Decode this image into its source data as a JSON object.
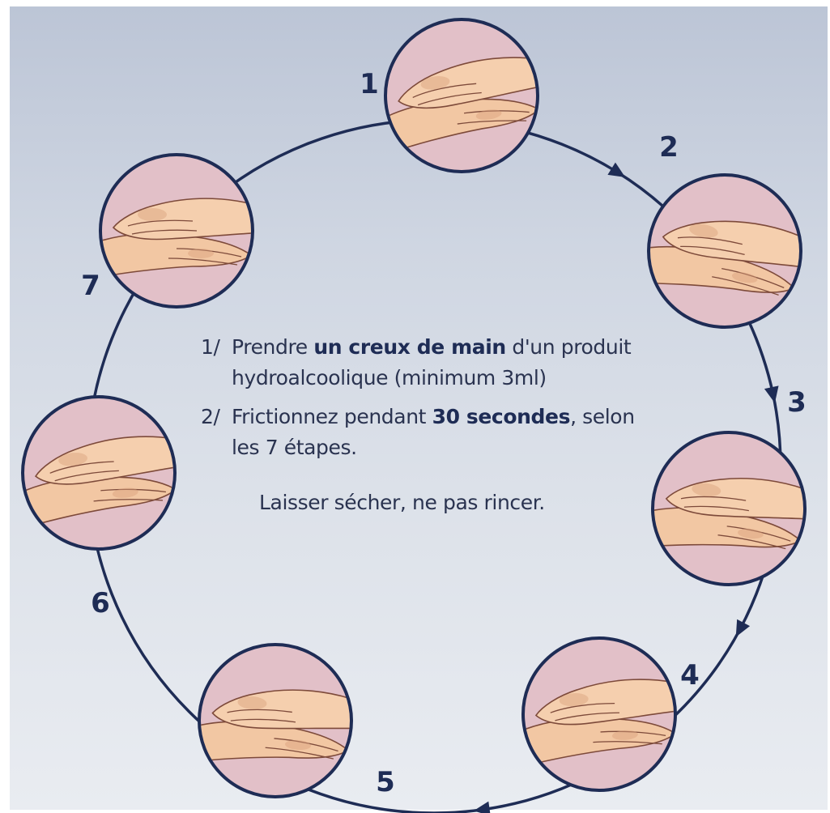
{
  "instructions": {
    "step1": {
      "prefix": "1/",
      "pre": "Prendre ",
      "bold": "un creux de main",
      "post": " d'un produit",
      "line2": "hydroalcoolique (minimum 3ml)"
    },
    "step2": {
      "prefix": "2/",
      "pre": "Frictionnez pendant ",
      "bold": "30 secondes",
      "post": ", selon",
      "line2": "les 7 étapes."
    },
    "footnote": "Laisser sécher, ne pas rincer."
  },
  "steps": [
    {
      "number": "1",
      "illustration": "palm-to-palm-rub"
    },
    {
      "number": "2",
      "illustration": "palm-over-back-of-hand"
    },
    {
      "number": "3",
      "illustration": "interlaced-fingers"
    },
    {
      "number": "4",
      "illustration": "backs-of-fingers-interlocked"
    },
    {
      "number": "5",
      "illustration": "fingertips-in-palm"
    },
    {
      "number": "6",
      "illustration": "rotational-thumb-rub"
    },
    {
      "number": "7",
      "illustration": "wrist-rub"
    }
  ],
  "colors": {
    "cycle_line": "#1e2c55",
    "circle_fill": "#e2c0c8",
    "skin": "#f2c7a3",
    "skin_shadow": "#d99f7c"
  }
}
